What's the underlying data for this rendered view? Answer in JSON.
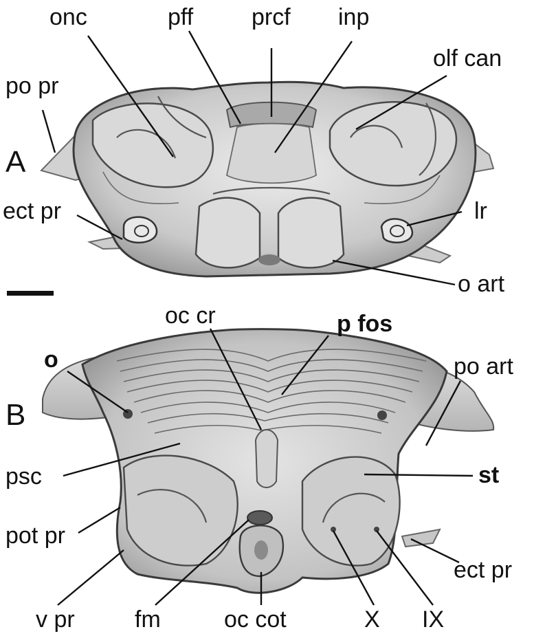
{
  "panels": {
    "a": {
      "letter": "A",
      "labels": {
        "onc": "onc",
        "pff": "pff",
        "prcf": "prcf",
        "inp": "inp",
        "olf_can": "olf can",
        "po_pr": "po pr",
        "ect_pr": "ect pr",
        "lr": "lr",
        "o_art": "o art"
      }
    },
    "b": {
      "letter": "B",
      "labels": {
        "oc_cr": "oc cr",
        "p_fos": "p fos",
        "o": "o",
        "po_art": "po art",
        "psc": "psc",
        "st": "st",
        "pot_pr": "pot pr",
        "ect_pr": "ect pr",
        "v_pr": "v pr",
        "fm": "fm",
        "oc_cot": "oc cot",
        "x": "X",
        "ix": "IX"
      }
    }
  },
  "colors": {
    "bone_light": "#e6e6e6",
    "bone_mid": "#bdbdbd",
    "bone_dark": "#8a8a8a",
    "ink": "#111111"
  }
}
